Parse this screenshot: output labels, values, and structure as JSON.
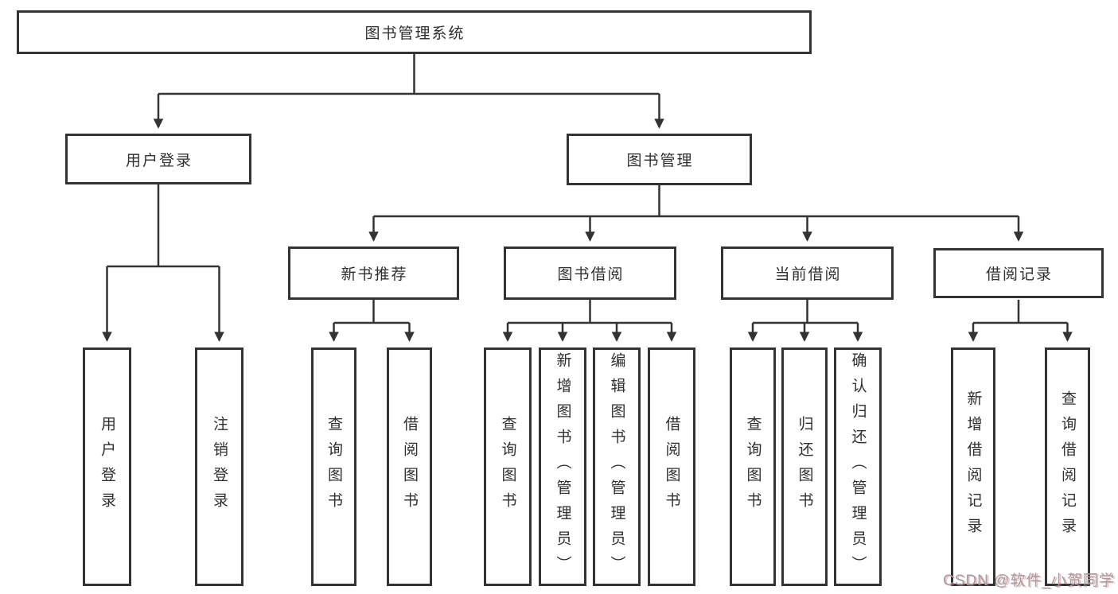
{
  "colors": {
    "line": "#333333",
    "box_border": "#333333",
    "text": "#2f2f2f",
    "background": "#ffffff",
    "watermark_gray": "#9e9ea4",
    "watermark_red_tint": "#e16969"
  },
  "watermark": "CSDN @软件_小贺同学",
  "tree": {
    "root": {
      "label": "图书管理系统",
      "children": [
        {
          "label": "用户登录",
          "children": [
            {
              "label": "用户登录"
            },
            {
              "label": "注销登录"
            }
          ]
        },
        {
          "label": "图书管理",
          "children": [
            {
              "label": "新书推荐",
              "children": [
                {
                  "label": "查询图书"
                },
                {
                  "label": "借阅图书"
                }
              ]
            },
            {
              "label": "图书借阅",
              "children": [
                {
                  "label": "查询图书"
                },
                {
                  "label": "新增图书（管理员）"
                },
                {
                  "label": "编辑图书（管理员）"
                },
                {
                  "label": "借阅图书"
                }
              ]
            },
            {
              "label": "当前借阅",
              "children": [
                {
                  "label": "查询图书"
                },
                {
                  "label": "归还图书"
                },
                {
                  "label": "确认归还（管理员）"
                }
              ]
            },
            {
              "label": "借阅记录",
              "children": [
                {
                  "label": "新增借阅记录"
                },
                {
                  "label": "查询借阅记录"
                }
              ]
            }
          ]
        }
      ]
    }
  }
}
